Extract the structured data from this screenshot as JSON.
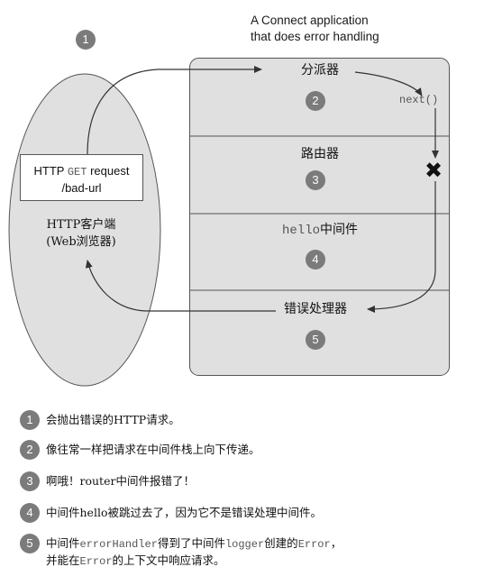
{
  "app": {
    "caption_line1": "A Connect application",
    "caption_line2": "that does error handling"
  },
  "client": {
    "request_prefix": "HTTP",
    "request_method": "GET",
    "request_suffix": "request",
    "request_path": "/bad-url",
    "label_line1": "HTTP客户端",
    "label_line2": "(Web浏览器)",
    "badge": "1"
  },
  "layers": [
    {
      "label": "分派器",
      "badge": "2"
    },
    {
      "label": "路由器",
      "badge": "3"
    },
    {
      "label_mono": "hello",
      "label": "中间件",
      "badge": "4"
    },
    {
      "label": "错误处理器",
      "badge": "5"
    }
  ],
  "flow": {
    "next_label": "next()",
    "stop_mark": "✖"
  },
  "notes": [
    {
      "badge": "1",
      "text": "会抛出错误的HTTP请求。"
    },
    {
      "badge": "2",
      "text": "像往常一样把请求在中间件栈上向下传递。"
    },
    {
      "badge": "3",
      "text": "啊哦！router中间件报错了！"
    },
    {
      "badge": "4",
      "text": "中间件hello被跳过去了，因为它不是错误处理中间件。"
    },
    {
      "badge": "5",
      "part1": "中间件",
      "mono1": "errorHandler",
      "part2": "得到了中间件",
      "mono2": "logger",
      "part3": "创建的",
      "mono3": "Error",
      "part4": "，",
      "part5": "并能在",
      "mono4": "Error",
      "part6": "的上下文中响应请求。"
    }
  ],
  "colors": {
    "panel_fill": "#e0e0e0",
    "panel_border": "#555555",
    "badge_fill": "#7b7b7b",
    "stroke": "#333333"
  }
}
